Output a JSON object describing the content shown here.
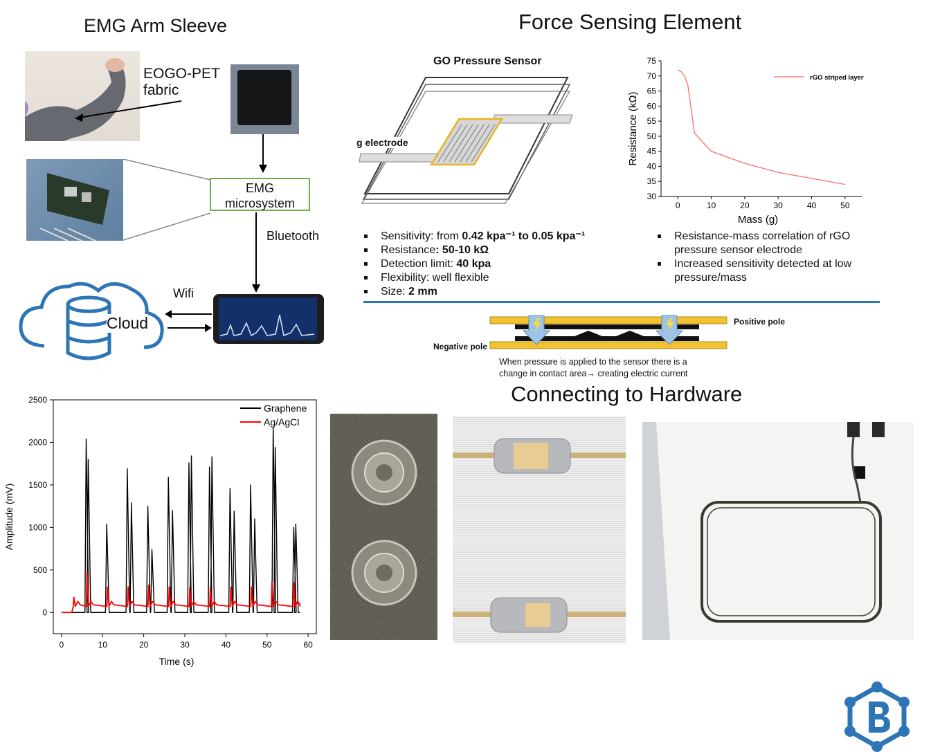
{
  "sections": {
    "emg_title": "EMG Arm Sleeve",
    "force_title": "Force Sensing Element",
    "hardware_title": "Connecting to Hardware"
  },
  "emg": {
    "fabric_label_1": "EOGO-PET",
    "fabric_label_2": "fabric",
    "micro_label_1": "EMG",
    "micro_label_2": "microsystem",
    "bluetooth": "Bluetooth",
    "wifi": "Wifi",
    "cloud": "Cloud"
  },
  "sensor": {
    "title": "GO Pressure Sensor",
    "electrode": "g electrode"
  },
  "specs": [
    {
      "label": "Sensitivity: from ",
      "bold": "0.42 kpa⁻¹ to 0.05 kpa⁻¹"
    },
    {
      "label": "Resistance",
      "bold": ": 50-10 kΩ"
    },
    {
      "label": "Detection limit: ",
      "bold": "40 kpa"
    },
    {
      "label": "Flexibility: well flexible",
      "bold": ""
    },
    {
      "label": "Size: ",
      "bold": "2 mm"
    }
  ],
  "notes": [
    "Resistance-mass correlation of rGO pressure sensor electrode",
    "Increased sensitivity detected at low pressure/mass"
  ],
  "poles": {
    "positive": "Positive pole",
    "negative": "Negative pole",
    "caption_1": "When pressure is applied to the sensor there is a",
    "caption_2": "change in contact area→ creating electric current"
  },
  "colors": {
    "accent_blue": "#2e75b6",
    "green_box": "#70ad47",
    "gold": "#f2c230",
    "red_line": "#ff0000"
  },
  "chart_data": [
    {
      "type": "line",
      "xlabel": "Mass (g)",
      "ylabel": "Resistance (kΩ)",
      "xlim": [
        -5,
        55
      ],
      "ylim": [
        30,
        75
      ],
      "xticks": [
        0,
        10,
        20,
        30,
        40,
        50
      ],
      "yticks": [
        30,
        35,
        40,
        45,
        50,
        55,
        60,
        65,
        70,
        75
      ],
      "grid": false,
      "legend_position": "top-right",
      "series": [
        {
          "name": "rGO striped layer",
          "color": "#ff6b6b",
          "x": [
            0,
            1,
            2,
            3,
            4,
            5,
            10,
            15,
            20,
            25,
            30,
            35,
            40,
            45,
            50
          ],
          "y": [
            72,
            71.5,
            70,
            67,
            59,
            51,
            45,
            43,
            41,
            39.5,
            38,
            37,
            36,
            35,
            34
          ]
        }
      ]
    },
    {
      "type": "line",
      "xlabel": "Time (s)",
      "ylabel": "Amplitude (mV)",
      "xlim": [
        -2,
        62
      ],
      "ylim": [
        -250,
        2500
      ],
      "xticks": [
        0,
        10,
        20,
        30,
        40,
        50,
        60
      ],
      "yticks": [
        0,
        500,
        1000,
        1500,
        2000,
        2500
      ],
      "grid": false,
      "legend_position": "top-right",
      "series": [
        {
          "name": "Graphene",
          "color": "#000000",
          "peaks": [
            [
              6,
              2040
            ],
            [
              6.5,
              1800
            ],
            [
              11,
              1040
            ],
            [
              16,
              1690
            ],
            [
              17,
              1290
            ],
            [
              21,
              1250
            ],
            [
              22,
              740
            ],
            [
              26,
              1590
            ],
            [
              27,
              1200
            ],
            [
              31,
              1760
            ],
            [
              31.6,
              1840
            ],
            [
              36,
              1710
            ],
            [
              36.6,
              1830
            ],
            [
              41,
              1460
            ],
            [
              42,
              1190
            ],
            [
              46,
              1500
            ],
            [
              47,
              1100
            ],
            [
              51.5,
              2180
            ],
            [
              52,
              1940
            ],
            [
              56.5,
              1000
            ],
            [
              57,
              1040
            ]
          ]
        },
        {
          "name": "Ag/AgCl",
          "color": "#ff0000",
          "peaks": [
            [
              3,
              180
            ],
            [
              6.2,
              470
            ],
            [
              11.2,
              300
            ],
            [
              16.2,
              300
            ],
            [
              21.2,
              320
            ],
            [
              26.2,
              300
            ],
            [
              31.2,
              290
            ],
            [
              36.2,
              290
            ],
            [
              41.2,
              300
            ],
            [
              46.2,
              300
            ],
            [
              51.2,
              360
            ],
            [
              56.5,
              350
            ]
          ]
        }
      ]
    }
  ]
}
